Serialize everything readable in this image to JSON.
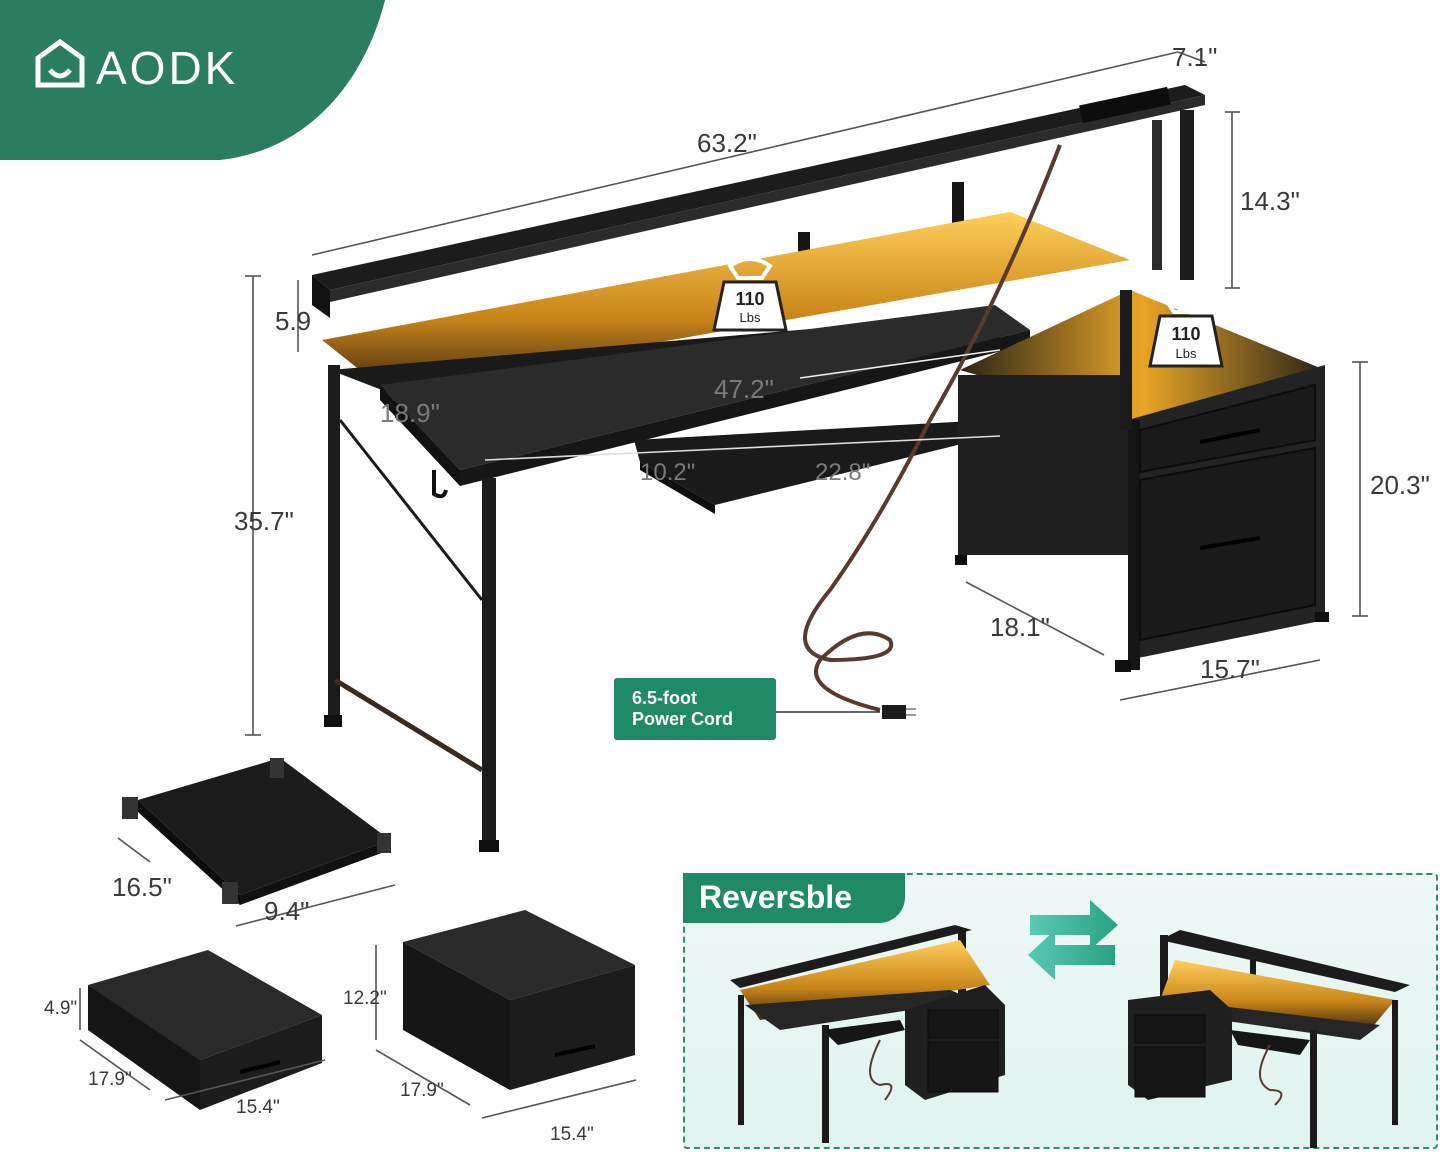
{
  "brand": {
    "name": "AODK",
    "bg_color": "#2a7d5f"
  },
  "badges": [
    {
      "value": "110",
      "unit": "Lbs"
    },
    {
      "value": "110",
      "unit": "Lbs"
    }
  ],
  "dimensions": {
    "total_width": "63.2\"",
    "hutch_depth": "7.1\"",
    "hutch_height": "14.3\"",
    "monitor_riser": "5.9",
    "desk_width": "47.2\"",
    "desk_depth": "18.9\"",
    "desk_height": "35.7\"",
    "keyboard_depth": "10.2\"",
    "keyboard_width": "22.8\"",
    "cabinet_height": "20.3\"",
    "cabinet_depth": "18.1\"",
    "cabinet_width": "15.7\"",
    "shelf_length": "16.5\"",
    "shelf_width": "9.4\"",
    "small_drawer_height": "4.9\"",
    "small_drawer_depth": "17.9\"",
    "small_drawer_width": "15.4\"",
    "large_drawer_height": "12.2\"",
    "large_drawer_depth": "17.9\"",
    "large_drawer_width": "15.4\""
  },
  "power_cord": {
    "line1": "6.5-foot",
    "line2": "Power Cord"
  },
  "reversible": {
    "label": "Reversble"
  },
  "colors": {
    "accent": "#1f8a63",
    "led": "#f3a21e",
    "wood": "#1e1e1e"
  },
  "icons": [
    "house-logo-icon",
    "weight-icon",
    "swap-arrows-icon",
    "power-plug-icon"
  ]
}
